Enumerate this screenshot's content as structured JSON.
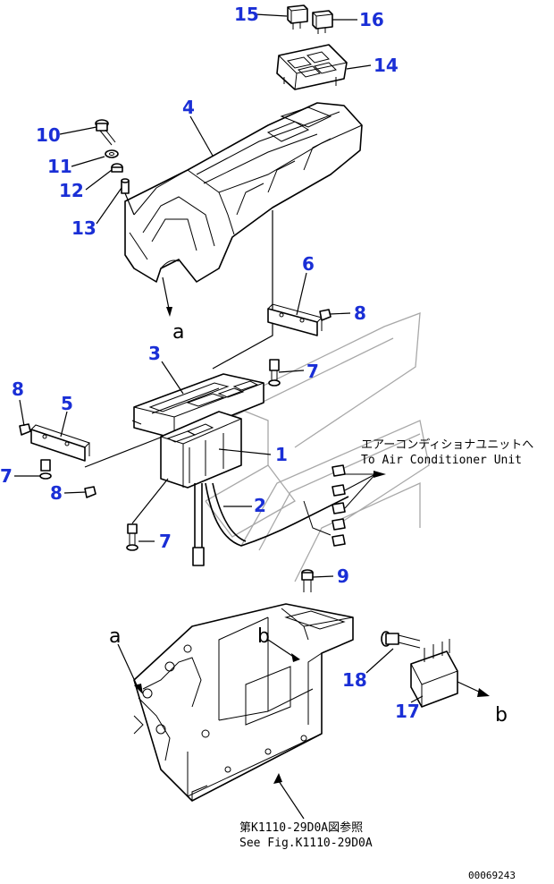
{
  "callouts": {
    "c1": "1",
    "c2": "2",
    "c3": "3",
    "c4": "4",
    "c5": "5",
    "c6": "6",
    "c7a": "7",
    "c7b": "7",
    "c7c": "7",
    "c8a": "8",
    "c8b": "8",
    "c8c": "8",
    "c9": "9",
    "c10": "10",
    "c11": "11",
    "c12": "12",
    "c13": "13",
    "c14": "14",
    "c15": "15",
    "c16": "16",
    "c17": "17",
    "c18": "18"
  },
  "refs": {
    "a_top": "a",
    "a_bottom": "a",
    "b_left": "b",
    "b_right": "b"
  },
  "notes": {
    "aircon_jp": "エアーコンディショナユニットへ",
    "aircon_en": "To Air Conditioner Unit",
    "see_fig_jp": "第K1110-29D0A図参照",
    "see_fig_en": "See Fig.K1110-29D0A",
    "doc_number": "00069243"
  },
  "colors": {
    "callout": "#1a2fd6",
    "watermark": "#a8a8a8",
    "line": "#000000"
  }
}
